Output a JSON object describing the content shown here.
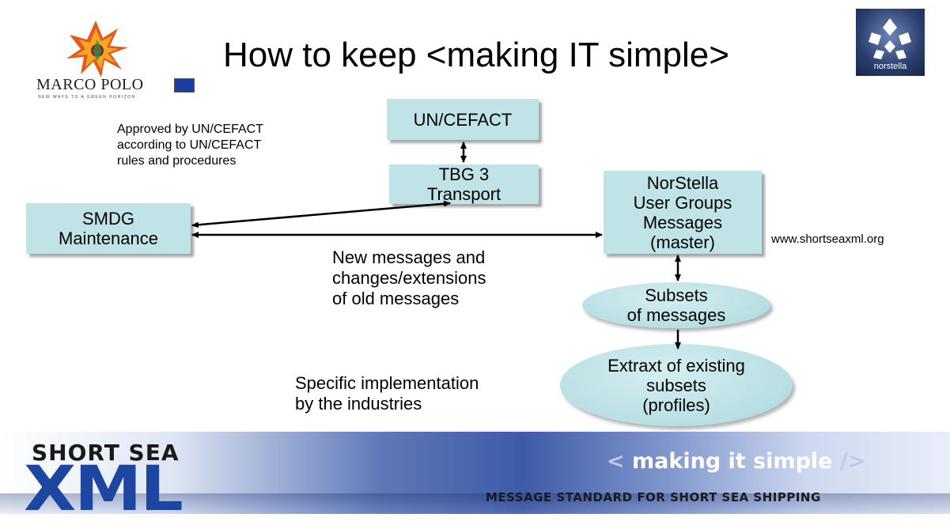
{
  "slide": {
    "title": "How to keep <making IT simple>"
  },
  "logos": {
    "marco_polo": {
      "name": "MARCO POLO",
      "tagline": "NEW WAYS TO A GREEN HORIZON"
    },
    "norstella": {
      "name": "norstella"
    }
  },
  "nodes": {
    "uncefact": {
      "label": "UN/CEFACT"
    },
    "tbg3": {
      "line1": "TBG 3",
      "line2": "Transport"
    },
    "smdg": {
      "line1": "SMDG",
      "line2": "Maintenance"
    },
    "norstella_groups": {
      "line1": "NorStella",
      "line2": "User Groups",
      "line3": "Messages",
      "line4": "(master)"
    },
    "subsets": {
      "line1": "Subsets",
      "line2": "of messages"
    },
    "extract": {
      "line1": "Extraxt of existing",
      "line2": "subsets",
      "line3": "(profiles)"
    }
  },
  "notes": {
    "approved": {
      "line1": "Approved by UN/CEFACT",
      "line2": "according to UN/CEFACT",
      "line3": "rules and procedures"
    },
    "new_messages": {
      "line1": "New messages and",
      "line2": "changes/extensions",
      "line3": "of old messages"
    },
    "specific": {
      "line1": "Specific implementation",
      "line2": "by the industries"
    },
    "website": "www.shortseaxml.org"
  },
  "footer": {
    "brand_top": "SHORT SEA",
    "brand_logo": "XML",
    "tagline_open": "<",
    "tagline_text": "making it simple",
    "tagline_close": "/>",
    "subtitle": "MESSAGE STANDARD FOR SHORT SEA SHIPPING"
  },
  "colors": {
    "box_fill": "#bfe3e6",
    "ellipse_fill": "#b8dfe3",
    "xml_blue": "#1d46a0",
    "banner_blue": "#3e5ba8"
  }
}
